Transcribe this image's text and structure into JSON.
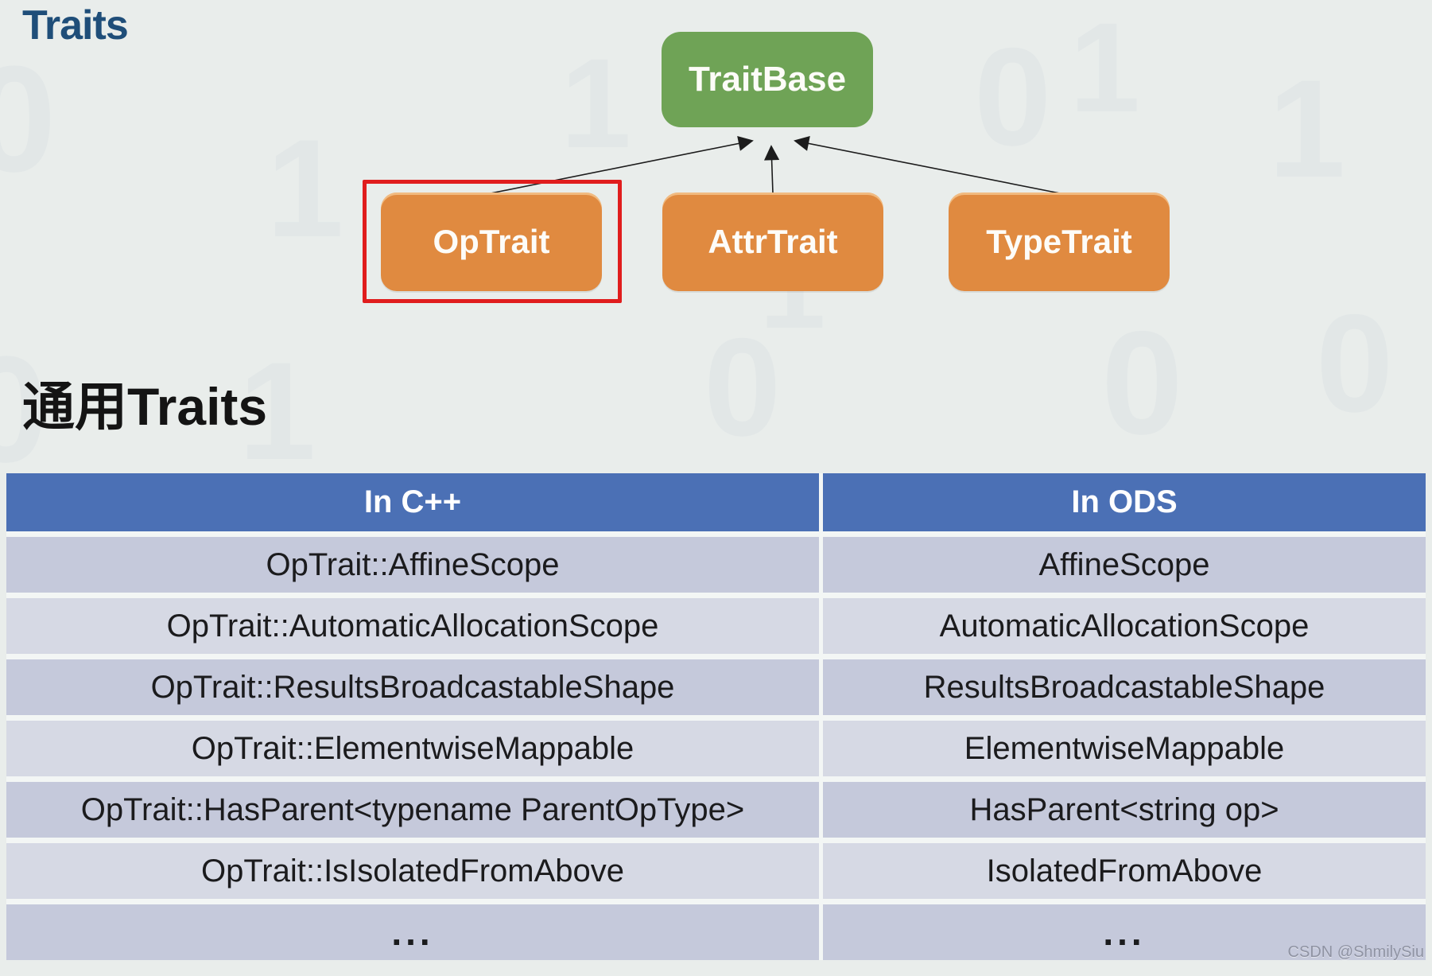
{
  "page": {
    "title": "Traits",
    "section_heading": "通用Traits",
    "watermark": "CSDN @ShmilySiu",
    "background_color": "#e9edeb"
  },
  "background_digits": [
    "0",
    "1",
    "0",
    "1",
    "0",
    "1",
    "0",
    "1",
    "1",
    "0",
    "0",
    "1"
  ],
  "diagram": {
    "base": {
      "label": "TraitBase",
      "color": "#6fa356"
    },
    "children": [
      {
        "label": "OpTrait",
        "highlighted": true
      },
      {
        "label": "AttrTrait",
        "highlighted": false
      },
      {
        "label": "TypeTrait",
        "highlighted": false
      }
    ],
    "child_color": "#e08a40",
    "highlight_border_color": "#e01d1d",
    "arrow_color": "#1c1c1c"
  },
  "table": {
    "header_bg": "#4b70b5",
    "row_color_dark": "#c5c9db",
    "row_color_light": "#d6d9e4",
    "headers": [
      "In C++",
      "In ODS"
    ],
    "rows": [
      [
        "OpTrait::AffineScope",
        "AffineScope"
      ],
      [
        "OpTrait::AutomaticAllocationScope",
        "AutomaticAllocationScope"
      ],
      [
        "OpTrait::ResultsBroadcastableShape",
        "ResultsBroadcastableShape"
      ],
      [
        "OpTrait::ElementwiseMappable",
        "ElementwiseMappable"
      ],
      [
        "OpTrait::HasParent<typename ParentOpType>",
        "HasParent<string op>"
      ],
      [
        "OpTrait::IsIsolatedFromAbove",
        "IsolatedFromAbove"
      ],
      [
        "...",
        "..."
      ]
    ]
  }
}
